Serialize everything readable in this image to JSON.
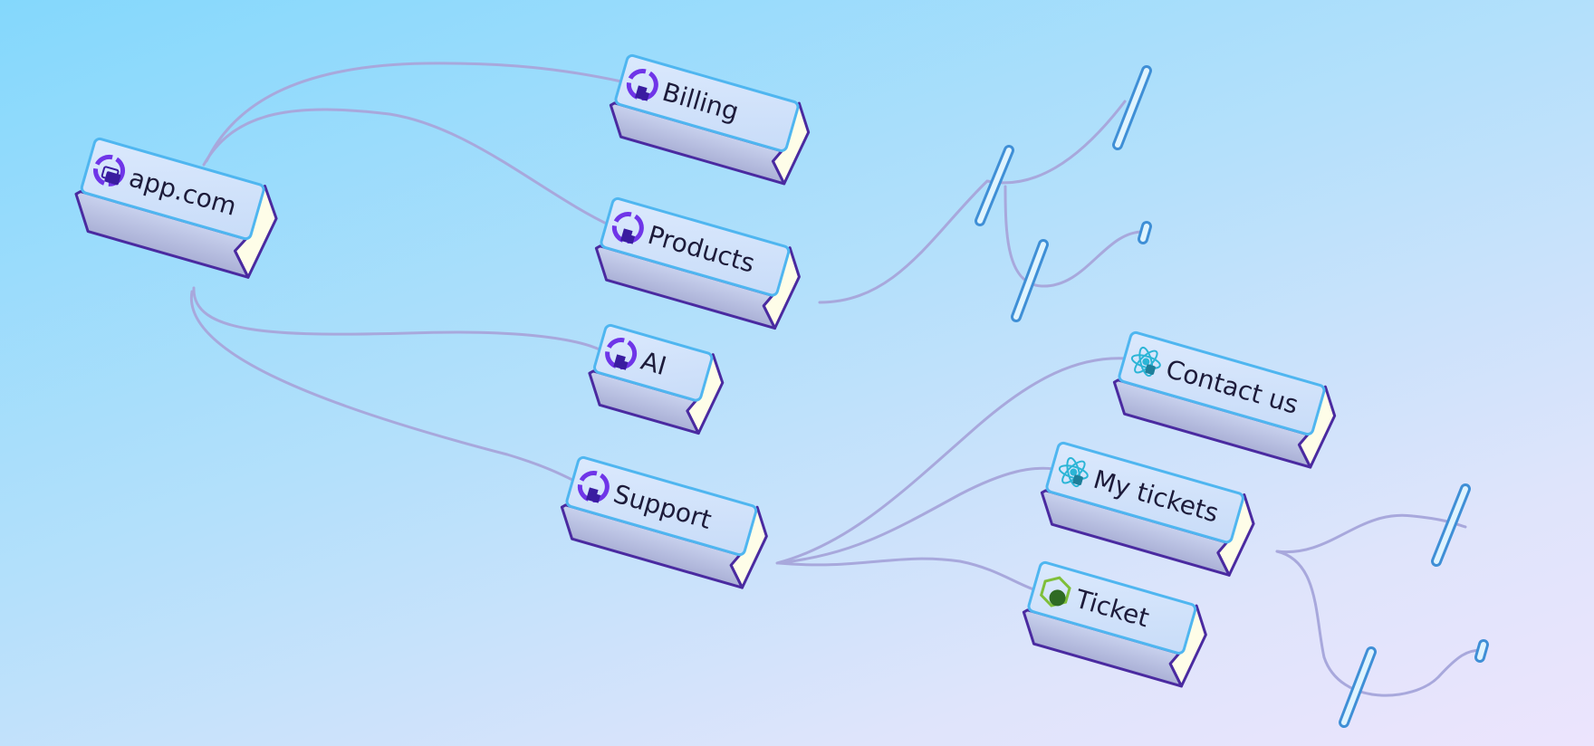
{
  "diagram": {
    "nodes": [
      {
        "id": "app",
        "label": "app.com",
        "icon": "app-logo-icon"
      },
      {
        "id": "billing",
        "label": "Billing",
        "icon": "module-icon"
      },
      {
        "id": "products",
        "label": "Products",
        "icon": "module-icon"
      },
      {
        "id": "ai",
        "label": "AI",
        "icon": "module-icon"
      },
      {
        "id": "support",
        "label": "Support",
        "icon": "module-icon"
      },
      {
        "id": "contact",
        "label": "Contact us",
        "icon": "react-icon"
      },
      {
        "id": "mytickets",
        "label": "My tickets",
        "icon": "react-icon"
      },
      {
        "id": "ticket",
        "label": "Ticket",
        "icon": "nodejs-icon"
      }
    ],
    "edges": [
      {
        "from": "app",
        "to": "billing"
      },
      {
        "from": "app",
        "to": "products"
      },
      {
        "from": "app",
        "to": "ai"
      },
      {
        "from": "app",
        "to": "support"
      },
      {
        "from": "support",
        "to": "contact"
      },
      {
        "from": "support",
        "to": "mytickets"
      },
      {
        "from": "support",
        "to": "ticket"
      },
      {
        "from": "products",
        "to": "stub"
      },
      {
        "from": "mytickets",
        "to": "stub"
      }
    ],
    "colors": {
      "edge": "#a8a8dc",
      "box_face": "#dbe6fb",
      "box_side": "#fefde8",
      "box_border": "#4a2aa0",
      "box_glow": "#4fb6f0",
      "module_icon": "#6f35e8",
      "react_icon": "#2bb5d6",
      "nodejs_icon": "#7fbf3a"
    }
  }
}
